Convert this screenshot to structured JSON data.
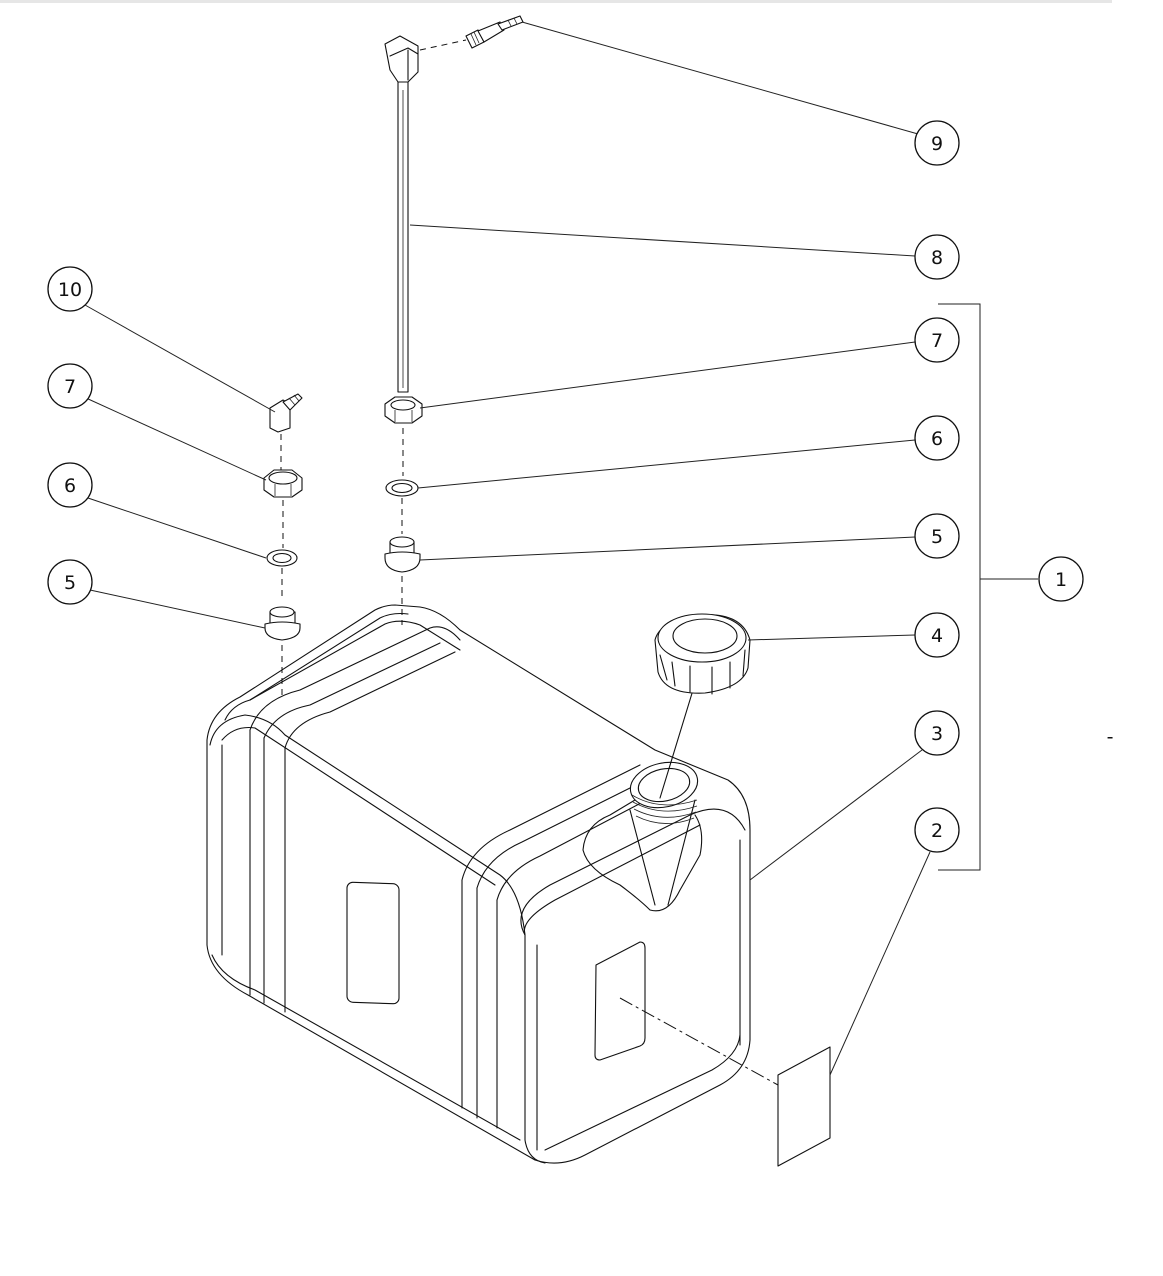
{
  "callouts": [
    {
      "id": "callout-9",
      "label": "9"
    },
    {
      "id": "callout-8",
      "label": "8"
    },
    {
      "id": "callout-10",
      "label": "10"
    },
    {
      "id": "callout-7-left",
      "label": "7"
    },
    {
      "id": "callout-7-right",
      "label": "7"
    },
    {
      "id": "callout-6-left",
      "label": "6"
    },
    {
      "id": "callout-6-right",
      "label": "6"
    },
    {
      "id": "callout-5-left",
      "label": "5"
    },
    {
      "id": "callout-5-right",
      "label": "5"
    },
    {
      "id": "callout-4",
      "label": "4"
    },
    {
      "id": "callout-3",
      "label": "3"
    },
    {
      "id": "callout-2",
      "label": "2"
    },
    {
      "id": "callout-1",
      "label": "1"
    }
  ],
  "edge_mark": "-"
}
